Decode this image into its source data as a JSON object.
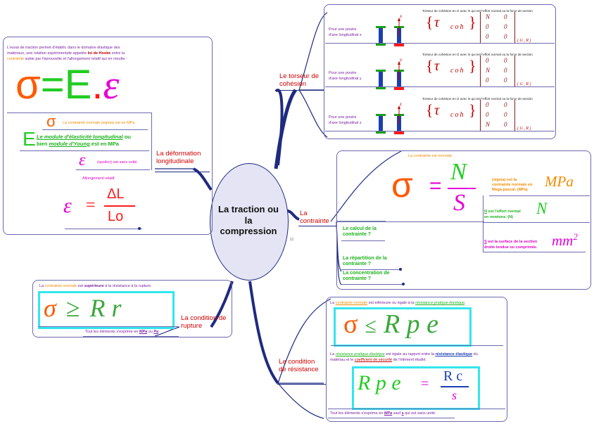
{
  "center": {
    "label": "La traction ou la compression"
  },
  "branches": {
    "deformation": {
      "title": "La déformation longitudinale",
      "intro_1": "L'essai de traction permet d'établir, dans le domaine élastique des",
      "intro_2a": "matériaux, une relation expérimentale appelée ",
      "intro_2b": "loi de Hooke",
      "intro_2c": " entre la",
      "intro_3a": "contrainte",
      "intro_3b": " subie par l'éprouvette et l'allongement relatif qui en résulte  :",
      "formula_sigma": "σ",
      "formula_eq": "=E",
      "formula_dot": ".",
      "formula_eps": "ε",
      "sigma_desc": "La contrainte normale (sigma) est en MPa",
      "e_sym": "E",
      "e_desc_1a": "Le module d'élasticité longitudinal",
      "e_desc_1b": " ou",
      "e_desc_2a": "bien ",
      "e_desc_2b": "module d'Young",
      "e_desc_2c": "  est en MPa",
      "eps_sym": "ε",
      "eps_desc": "(epsilon) est sans unité.",
      "allong_label": "Allongement relatif",
      "allong_eps": "ε",
      "allong_eq": "=",
      "allong_num": "ΔL",
      "allong_den": "Lo"
    },
    "torseur": {
      "title": "Le torseur de cohésion",
      "rows": [
        {
          "label_1": "Pour une poutre",
          "label_2": "d'axe longitudinal x",
          "axis": "x",
          "desc": "Torseur de cohésion en G avec N  qui est l'effort normal ou la force de section",
          "matrix": [
            "N",
            "0",
            "0",
            "0",
            "0",
            "0"
          ]
        },
        {
          "label_1": "Pour une poutre",
          "label_2": "d'axe longitudinal y",
          "axis": "y",
          "desc": "Torseur de cohésion en G avec N  qui est l'effort normal ou la force de section",
          "matrix": [
            "0",
            "0",
            "N",
            "0",
            "0",
            "0"
          ]
        },
        {
          "label_1": "Pour une poutre",
          "label_2": "d'axe longitudinal z",
          "axis": "z",
          "desc": "Torseur de cohésion en G avec N  qui est l'effort normal ou la force de section",
          "matrix": [
            "0",
            "0",
            "0",
            "0",
            "N",
            "0"
          ]
        }
      ],
      "tau": "τ",
      "coh": "coh",
      "basis": "( G , R )"
    },
    "contrainte": {
      "title": "La contrainte",
      "top_label": "La contrainte est normale",
      "sigma": "σ",
      "eq": "=",
      "num": "N",
      "den": "S",
      "sigma_desc_1": "(sigma) est la",
      "sigma_desc_2": "contrainte normale en",
      "sigma_desc_3": "Mega pascal. (MPa)",
      "unit_mpa": "MPa",
      "n_desc_1a": "N",
      "n_desc_1b": " est l'effort normal",
      "n_desc_2": "en newtons. (N)",
      "unit_n": "N",
      "s_desc_1a": "S",
      "s_desc_1b": " est la surface de la section",
      "s_desc_2": "droite tendue ou comprimée.",
      "unit_mm2": "mm",
      "unit_exp": "2",
      "calc": "Le calcul de la contrainte ?",
      "repart": "La répartition de la contrainte ?",
      "concentr": "La concentration de contrainte ?"
    },
    "rupture": {
      "title": "La condition de rupture",
      "desc_a": "La ",
      "desc_b": "contrainte normale",
      "desc_c": " est ",
      "desc_d": "supérieure",
      "desc_e": " à la ",
      "desc_f": "résistance à la rupture",
      "desc_g": ".",
      "sigma": "σ",
      "geq": "≥",
      "rr": "R r",
      "note_a": "Tout les éléments s'exprime en ",
      "note_b": "MPa",
      "note_c": " ou ",
      "note_d": "Pa",
      "note_e": "."
    },
    "resistance": {
      "title": "La condition de résistance",
      "desc_a": "La ",
      "desc_b": "contrainte normale",
      "desc_c": " est inférieure ou égale à la ",
      "desc_d": "résistance pratique élastique",
      "desc_e": ".",
      "sigma": "σ",
      "leq": "≤",
      "rpe": "R p e",
      "mid_1a": "La ",
      "mid_1b": "résistance pratique élastique",
      "mid_1c": " est égale au rapport entre la ",
      "mid_1d": "résistance élastique",
      "mid_1e": " du",
      "mid_2a": "matériau et le ",
      "mid_2b": "coefficient de sécurité",
      "mid_2c": " de l'élément étudié.",
      "f_rpe": "R p e",
      "f_eq": "=",
      "f_num": "R c",
      "f_den": "s",
      "note_a": "Tout les éléments s'exprime en ",
      "note_b": "MPa",
      "note_c": " sauf ",
      "note_d": "s",
      "note_e": " qui est sans unité."
    }
  },
  "colors": {
    "sigma_orange": "#ff5a00",
    "green": "#22cc22",
    "magenta": "#e600d8",
    "node_fill": "#e4e4f4",
    "branch": "#1f2a80",
    "topic_red": "#d00000",
    "cyan": "#33e6ee"
  }
}
